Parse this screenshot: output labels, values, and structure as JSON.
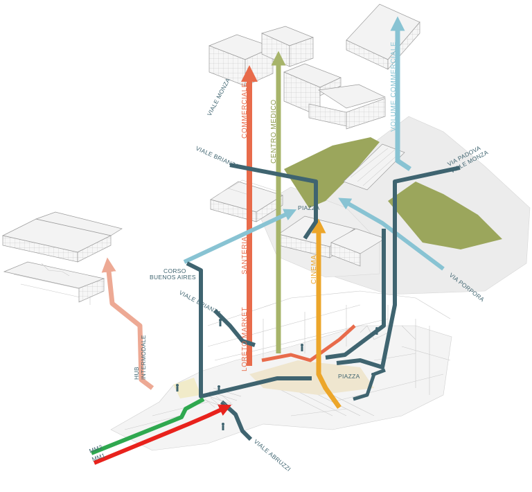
{
  "colors": {
    "teal": "#3f6470",
    "light_blue": "#88c3d3",
    "red_orange": "#e86b4b",
    "olive": "#a7b46a",
    "orange": "#eca62a",
    "salmon": "#eda994",
    "green_metro": "#2fa84f",
    "red_metro": "#e8221c",
    "park_green": "#9ba65c",
    "ground_grey": "#e8e8e8",
    "plaza_beige": "#efe6cf"
  },
  "labels": {
    "viale_monza_top": "VIALE MONZA",
    "commerciale": "COMMERCIALE",
    "centro_medico": "CENTRO MEDICO",
    "volume_commerciale": "VOLUME COMMERCIALE",
    "viale_brianza_top": "VIALE BRIANZA",
    "via_padova": "VIA PADOVA",
    "viale_monza_right": "VIALE MONZA",
    "piazza_upper": "PIAZZA",
    "santeria": "SANTERIA",
    "cinema": "CINEMA",
    "corso_1": "CORSO",
    "corso_2": "BUENOS AIRES",
    "viale_brianza_mid": "VIALE BRIANZA",
    "via_porpora": "VIA PORPORA",
    "loreto_market": "LORETO MARKET",
    "hub_1": "HUB",
    "hub_2": "INTERMODALE",
    "piazza_lower": "PIAZZA",
    "mm2": "MM2",
    "mm1": "MM1",
    "viale_abruzzi": "VIALE ABRUZZI"
  }
}
